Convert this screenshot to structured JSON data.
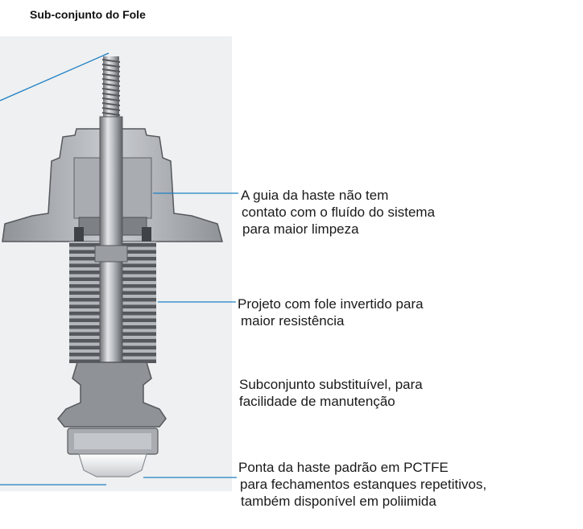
{
  "title": "Sub-conjunto do Fole",
  "callouts": [
    {
      "lines": [
        "A guia da haste não tem",
        "contato com o fluído do sistema",
        "para maior limpeza"
      ]
    },
    {
      "lines": [
        "Projeto com fole invertido para",
        "maior resistência"
      ]
    },
    {
      "lines": [
        "Subconjunto substituível, para",
        "facilidade de manutenção"
      ]
    },
    {
      "lines": [
        "Ponta da haste padrão em PCTFE",
        "para fechamentos estanques repetitivos,",
        "também disponível em poliimida"
      ]
    }
  ],
  "colors": {
    "leader_line": "#1f7fc4",
    "metal_dark": "#5f6266",
    "metal_mid": "#9da1a6",
    "metal_light": "#d9dcdf",
    "tip": "#e8eaec"
  }
}
